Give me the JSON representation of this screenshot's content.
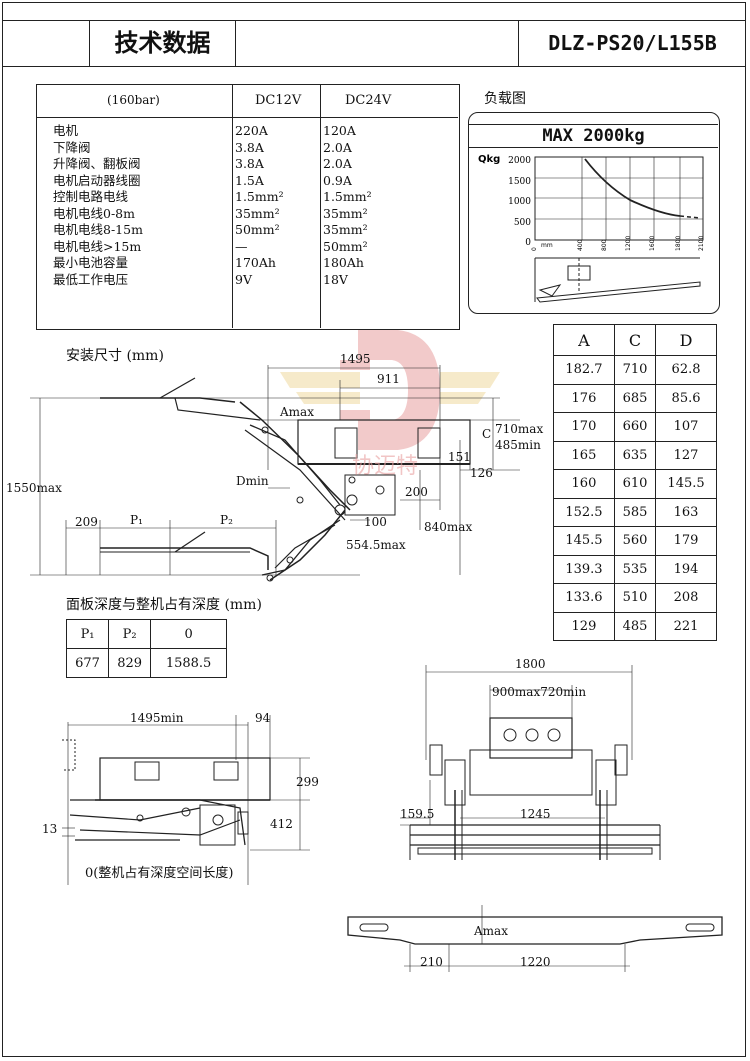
{
  "header": {
    "title": "技术数据",
    "model": "DLZ-PS20/L155B"
  },
  "spec_table": {
    "col_pressure": "(160bar)",
    "col_dc12": "DC12V",
    "col_dc24": "DC24V",
    "rows": [
      {
        "label": "电机",
        "dc12": "220A",
        "dc24": "120A"
      },
      {
        "label": "下降阀",
        "dc12": "3.8A",
        "dc24": "2.0A"
      },
      {
        "label": "升降阀、翻板阀",
        "dc12": "3.8A",
        "dc24": "2.0A"
      },
      {
        "label": "电机启动器线圈",
        "dc12": "1.5A",
        "dc24": "0.9A"
      },
      {
        "label": "控制电路电线",
        "dc12": "1.5mm²",
        "dc24": "1.5mm²"
      },
      {
        "label": "电机电线0-8m",
        "dc12": "35mm²",
        "dc24": "35mm²"
      },
      {
        "label": "电机电线8-15m",
        "dc12": "50mm²",
        "dc24": "35mm²"
      },
      {
        "label": "电机电线>15m",
        "dc12": "—",
        "dc24": "50mm²"
      },
      {
        "label": "最小电池容量",
        "dc12": "170Ah",
        "dc24": "180Ah"
      },
      {
        "label": "最低工作电压",
        "dc12": "9V",
        "dc24": "18V"
      }
    ]
  },
  "load_chart": {
    "heading": "负载图",
    "max_label": "MAX 2000kg",
    "y_axis_label": "Qkg",
    "y_ticks": [
      "2000",
      "1500",
      "1000",
      "500",
      "0"
    ],
    "x_ticks": [
      "0",
      "400",
      "800",
      "1200",
      "1600",
      "1800",
      "2100"
    ],
    "x_axis_unit": "mm"
  },
  "acd_table": {
    "headers": [
      "A",
      "C",
      "D"
    ],
    "rows": [
      [
        "182.7",
        "710",
        "62.8"
      ],
      [
        "176",
        "685",
        "85.6"
      ],
      [
        "170",
        "660",
        "107"
      ],
      [
        "165",
        "635",
        "127"
      ],
      [
        "160",
        "610",
        "145.5"
      ],
      [
        "152.5",
        "585",
        "163"
      ],
      [
        "145.5",
        "560",
        "179"
      ],
      [
        "139.3",
        "535",
        "194"
      ],
      [
        "133.6",
        "510",
        "208"
      ],
      [
        "129",
        "485",
        "221"
      ]
    ]
  },
  "install": {
    "heading": "安装尺寸 (mm)",
    "dims": {
      "d1495": "1495",
      "d911": "911",
      "amax": "Amax",
      "c": "C",
      "c710": "710max",
      "c485": "485min",
      "d151": "151",
      "d126": "126",
      "dmin": "Dmin",
      "d200": "200",
      "d1550": "1550max",
      "d209": "209",
      "p1": "P₁",
      "p2": "P₂",
      "d100": "100",
      "d840": "840max",
      "d554": "554.5max"
    }
  },
  "depth_table": {
    "heading": "面板深度与整机占有深度 (mm)",
    "headers": [
      "P₁",
      "P₂",
      "0"
    ],
    "values": [
      "677",
      "829",
      "1588.5"
    ]
  },
  "side_view": {
    "d1495min": "1495min",
    "d94": "94",
    "d299": "299",
    "d412": "412",
    "d13": "13",
    "caption": "0(整机占有深度空间长度)"
  },
  "top_view": {
    "d1800": "1800",
    "d900": "900max720min",
    "d159": "159.5",
    "d1245": "1245"
  },
  "plate_view": {
    "amax": "Amax",
    "d210": "210",
    "d1220": "1220"
  },
  "watermark": {
    "text": "协迈特"
  },
  "colors": {
    "line": "#222222",
    "watermark_red": "#e8a0a0",
    "watermark_gold": "#f0d9a0"
  }
}
